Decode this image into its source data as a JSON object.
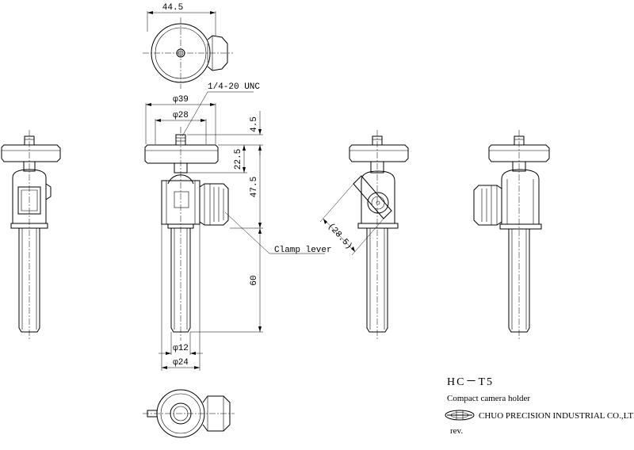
{
  "dimensions": {
    "top_width": "44.5",
    "thread": "1/4-20 UNC",
    "dia_39": "φ39",
    "dia_28": "φ28",
    "h_4_5": "4.5",
    "h_22_5": "22.5",
    "h_47_5": "47.5",
    "h_60": "60",
    "dia_12": "φ12",
    "dia_24": "φ24",
    "tilt": "(28.5)",
    "clamp_label": "Clamp lever"
  },
  "title_block": {
    "model": "HC－T5",
    "description": "Compact camera holder",
    "company": "CHUO PRECISION INDUSTRIAL CO.,LTD.",
    "revision": "rev."
  }
}
